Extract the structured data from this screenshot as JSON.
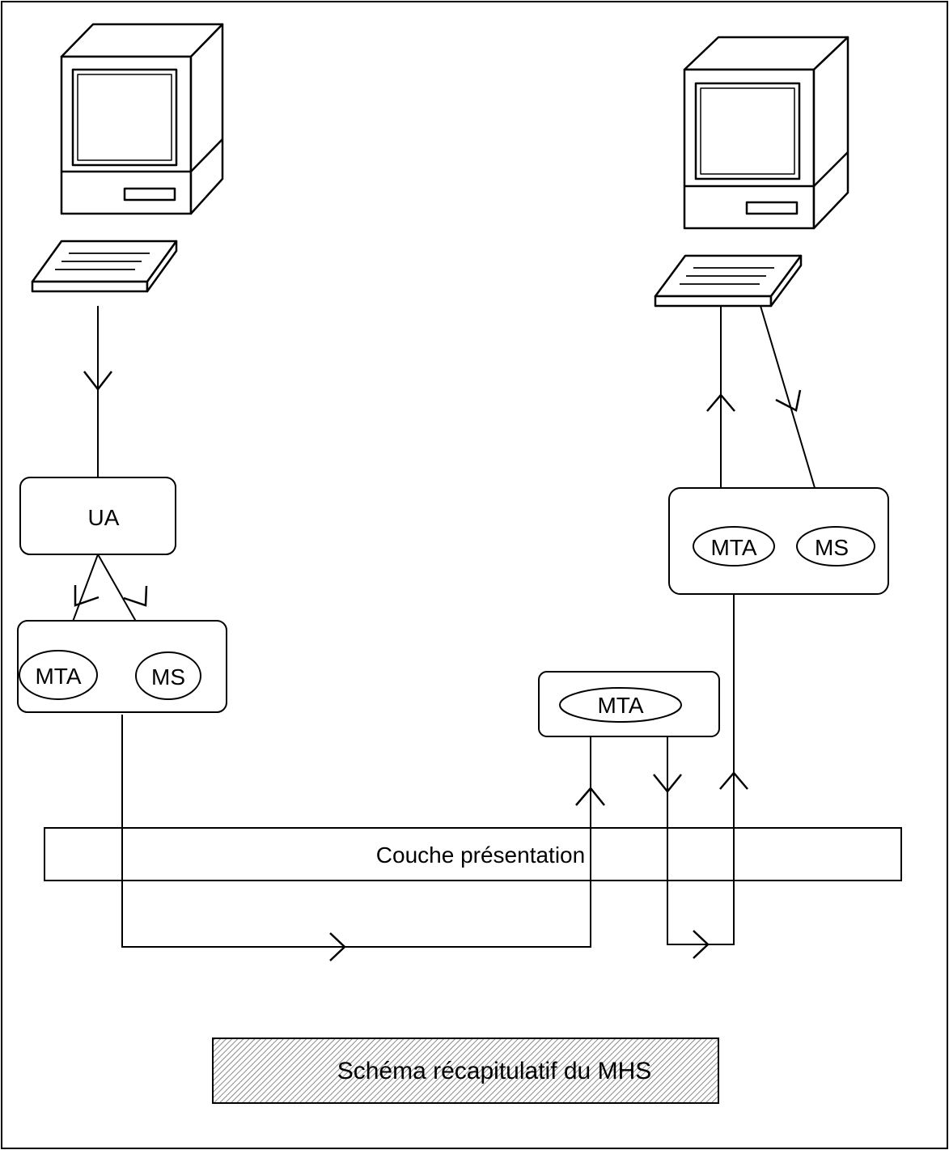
{
  "diagram": {
    "ua_label": "UA",
    "left_group": {
      "mta_label": "MTA",
      "ms_label": "MS"
    },
    "right_group": {
      "mta_label": "MTA",
      "ms_label": "MS"
    },
    "relay": {
      "mta_label": "MTA"
    },
    "presentation_layer_label": "Couche présentation",
    "caption": "Schéma récapitulatif du MHS"
  },
  "colors": {
    "line": "#000000",
    "background": "#ffffff",
    "caption_fill": "#cfcfcf"
  }
}
